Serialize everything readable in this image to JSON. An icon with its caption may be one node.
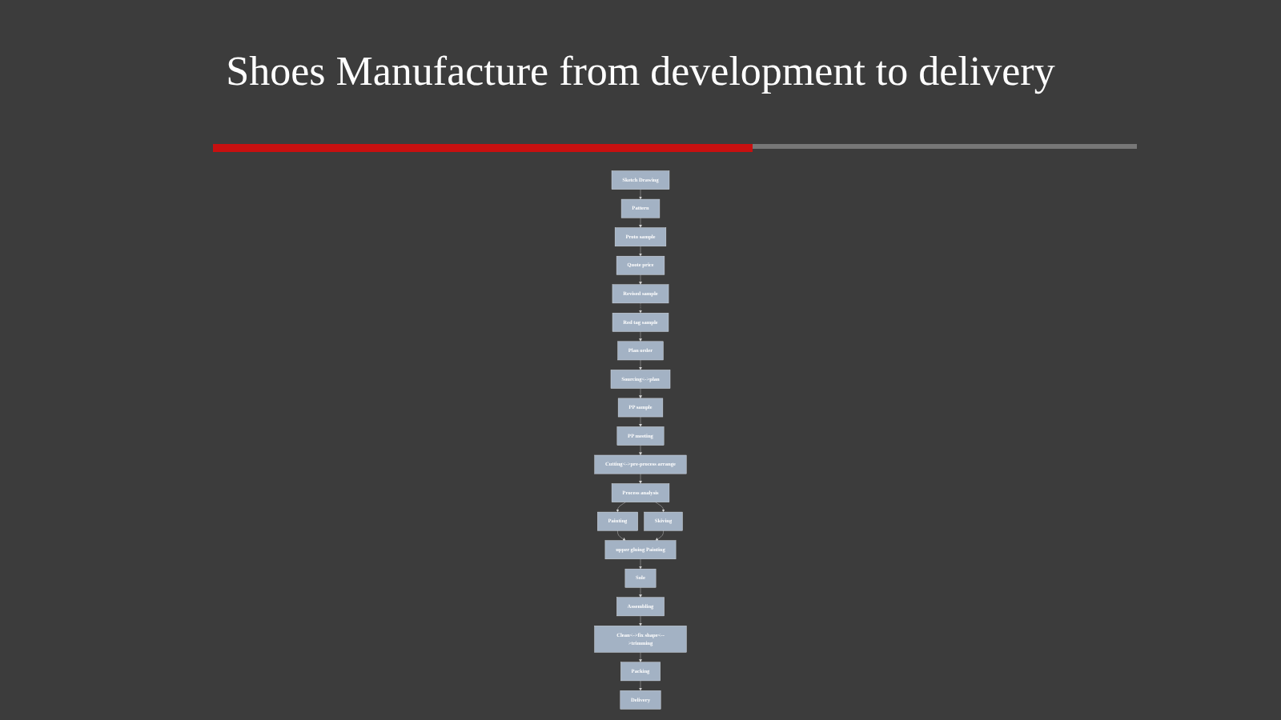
{
  "diagram": {
    "title": "Shoes Manufacture from development to delivery",
    "nodes": [
      {
        "text": [
          "Sketch Drawing"
        ]
      },
      {
        "text": [
          "Pattern"
        ]
      },
      {
        "text": [
          "Proto sample"
        ]
      },
      {
        "text": [
          "Quote price"
        ]
      },
      {
        "text": [
          "Revised sample"
        ]
      },
      {
        "text": [
          "Red tag sample"
        ]
      },
      {
        "text": [
          "PP sample"
        ]
      },
      {
        "text": [
          "Sourcing<->plan"
        ]
      },
      {
        "text": [
          "Plan order"
        ]
      },
      {
        "text": [
          "PP meeting"
        ]
      },
      {
        "text": [
          "Cutting<->pre-process arrange"
        ]
      },
      {
        "text": [
          "Painting"
        ]
      },
      {
        "text": [
          "Process analysis"
        ]
      },
      {
        "text": [
          "Assembling"
        ]
      },
      {
        "text": [
          "Sole"
        ]
      },
      {
        "text": [
          "upper gluing Painting"
        ]
      },
      {
        "text": [
          "Skiving"
        ]
      },
      {
        "text": [
          "Clean<->fix shape<-->trimming"
        ]
      },
      {
        "text": [
          "Packing"
        ]
      },
      {
        "text": [
          "Delivery"
        ]
      }
    ],
    "edges": [
      {
        "from": 0,
        "to": 1,
        "arrow": "to"
      },
      {
        "from": 1,
        "to": 2,
        "arrow": "to"
      },
      {
        "from": 2,
        "to": 3,
        "arrow": "to"
      },
      {
        "from": 3,
        "to": 4,
        "arrow": "to"
      },
      {
        "from": 4,
        "to": 5,
        "arrow": "to",
        "style": "dashed"
      },
      {
        "from": 5,
        "to": 8,
        "arrow": "to"
      },
      {
        "from": 8,
        "to": 7,
        "arrow": "to"
      },
      {
        "from": 7,
        "to": 6,
        "arrow": "to"
      },
      {
        "from": 6,
        "to": 9,
        "arrow": "to"
      },
      {
        "from": 9,
        "to": 10,
        "arrow": "to"
      },
      {
        "from": 10,
        "to": 12,
        "arrow": "to"
      },
      {
        "from": 12,
        "to": 11,
        "arrow": "to"
      },
      {
        "from": 12,
        "to": 16,
        "arrow": "to"
      },
      {
        "from": 11,
        "to": 15,
        "arrow": "to"
      },
      {
        "from": 16,
        "to": 15,
        "arrow": "to"
      },
      {
        "from": 15,
        "to": 14,
        "arrow": "to"
      },
      {
        "from": 14,
        "to": 13,
        "arrow": "to"
      },
      {
        "from": 13,
        "to": 17,
        "arrow": "to"
      },
      {
        "from": 17,
        "to": 18,
        "arrow": "to"
      },
      {
        "from": 18,
        "to": 19,
        "arrow": "to"
      }
    ]
  }
}
